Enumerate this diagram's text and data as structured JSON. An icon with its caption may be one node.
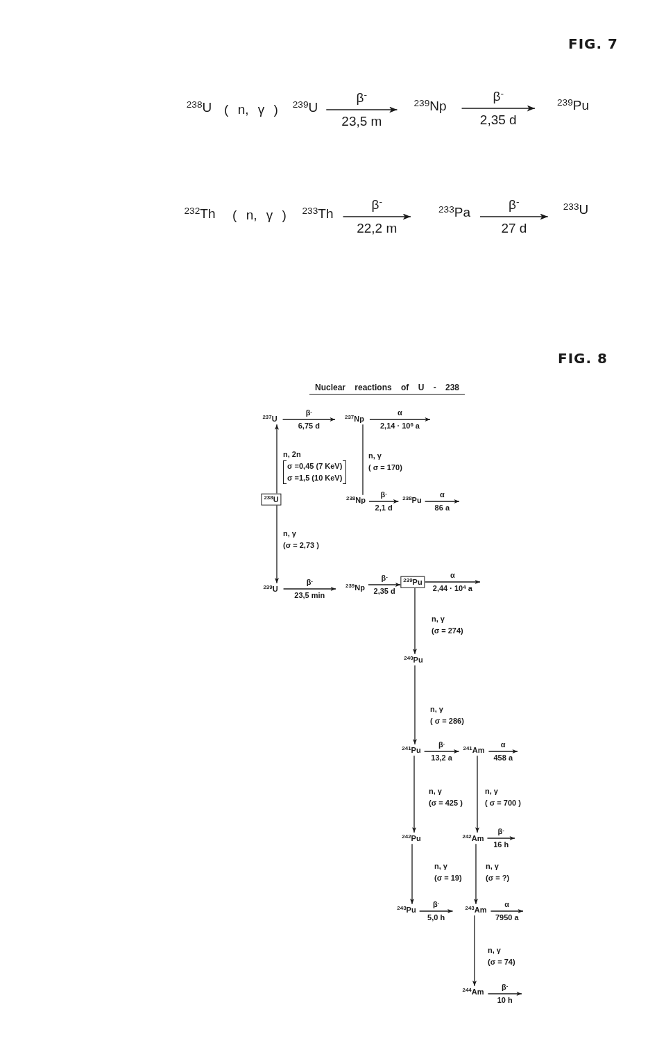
{
  "diagram": {
    "title": "Nuclear reactions of U - 238",
    "nodes": [
      {
        "text": [
          "$^{239}$U"
        ]
      },
      {
        "text": [
          "$^{239}$Np"
        ]
      },
      {
        "text": [
          "$^{239}$Pu"
        ]
      },
      {
        "text": [
          "$^{233}$Th"
        ]
      },
      {
        "text": [
          "$^{233}$Pa"
        ]
      },
      {
        "text": [
          "$^{233}$U"
        ]
      },
      {
        "text": [
          "$^{237}$U"
        ]
      },
      {
        "text": [
          "$^{237}$Np"
        ]
      },
      {
        "text": [
          "$^{238}$U"
        ]
      },
      {
        "text": [
          "$^{238}$Np"
        ]
      },
      {
        "text": [
          "$^{238}$Pu"
        ]
      },
      {
        "text": [
          "$^{239}$U"
        ]
      },
      {
        "text": [
          "$^{239}$Np"
        ]
      },
      {
        "text": [
          "$^{239}$Pu"
        ]
      },
      {
        "text": [
          "$^{240}$Pu"
        ]
      },
      {
        "text": [
          "$^{241}$Pu"
        ]
      },
      {
        "text": [
          "$^{241}$Am"
        ]
      },
      {
        "text": [
          "$^{242}$Pu"
        ]
      },
      {
        "text": [
          "$^{242}$Am"
        ]
      },
      {
        "text": [
          "$^{243}$Pu"
        ]
      },
      {
        "text": [
          "$^{243}$Am"
        ]
      },
      {
        "text": [
          "$^{244}$Am"
        ]
      }
    ],
    "edges": [
      {
        "from": 0,
        "to": 1,
        "arrow": "to",
        "label": "β$^{-}$ 23,5 m"
      },
      {
        "from": 1,
        "to": 2,
        "arrow": "to",
        "label": "β$^{-}$ 2,35 d"
      },
      {
        "from": 3,
        "to": 4,
        "arrow": "to",
        "label": "β$^{-}$ 22,2 m"
      },
      {
        "from": 4,
        "to": 5,
        "arrow": "to",
        "label": "β$^{-}$ 27 d"
      },
      {
        "from": 6,
        "to": 7,
        "arrow": "to",
        "label": "β$^{-}$ 6,75 d"
      },
      {
        "from": 7,
        "to": null,
        "arrow": "to",
        "label": "α 2,14 · 10$^{6}$ a"
      },
      {
        "from": 8,
        "to": 6,
        "arrow": "to",
        "label": "n, 2n σ =0,45 (7 KeV) σ =1,5 (10 KeV)"
      },
      {
        "from": 7,
        "to": 9,
        "arrow": "none",
        "label": "n, γ ( σ = 170)"
      },
      {
        "from": 9,
        "to": 10,
        "arrow": "to",
        "label": "β$^{-}$ 2,1 d"
      },
      {
        "from": 10,
        "to": null,
        "arrow": "to",
        "label": "α 86 a"
      },
      {
        "from": 8,
        "to": 11,
        "arrow": "to",
        "label": "n, γ (σ = 2,73 )"
      },
      {
        "from": 11,
        "to": 12,
        "arrow": "to",
        "label": "β$^{-}$ 23,5 min"
      },
      {
        "from": 12,
        "to": 13,
        "arrow": "to",
        "label": "β$^{-}$ 2,35 d"
      },
      {
        "from": 13,
        "to": null,
        "arrow": "to",
        "label": "α 2,44 · 10$^{4}$ a"
      },
      {
        "from": 13,
        "to": 14,
        "arrow": "to",
        "label": "n, γ (σ = 274)"
      },
      {
        "from": 14,
        "to": 15,
        "arrow": "to",
        "label": "n, γ ( σ = 286)"
      },
      {
        "from": 15,
        "to": 16,
        "arrow": "to",
        "label": "β$^{-}$ 13,2 a"
      },
      {
        "from": 16,
        "to": null,
        "arrow": "to",
        "label": "α 458 a"
      },
      {
        "from": 15,
        "to": 17,
        "arrow": "to",
        "label": "n, γ (σ = 425 )"
      },
      {
        "from": 16,
        "to": 18,
        "arrow": "to",
        "label": "n, γ ( σ = 700 )"
      },
      {
        "from": 18,
        "to": null,
        "arrow": "to",
        "label": "β$^{-}$ 16 h"
      },
      {
        "from": 17,
        "to": 19,
        "arrow": "to",
        "label": "n, γ (σ = 19)"
      },
      {
        "from": 18,
        "to": 20,
        "arrow": "to",
        "label": "n, γ (σ = ?)"
      },
      {
        "from": 19,
        "to": 20,
        "arrow": "to",
        "label": "β$^{-}$ 5,0 h"
      },
      {
        "from": 20,
        "to": null,
        "arrow": "to",
        "label": "α 7950 a"
      },
      {
        "from": 20,
        "to": 21,
        "arrow": "to",
        "label": "n, γ (σ = 74)"
      },
      {
        "from": 21,
        "to": null,
        "arrow": "to",
        "label": "β$^{-}$ 10 h"
      }
    ],
    "labels": [
      "FIG. 7",
      "$^{238}$U",
      "( n, γ )",
      "$^{232}$Th",
      "( n, γ )",
      "FIG. 8"
    ]
  }
}
